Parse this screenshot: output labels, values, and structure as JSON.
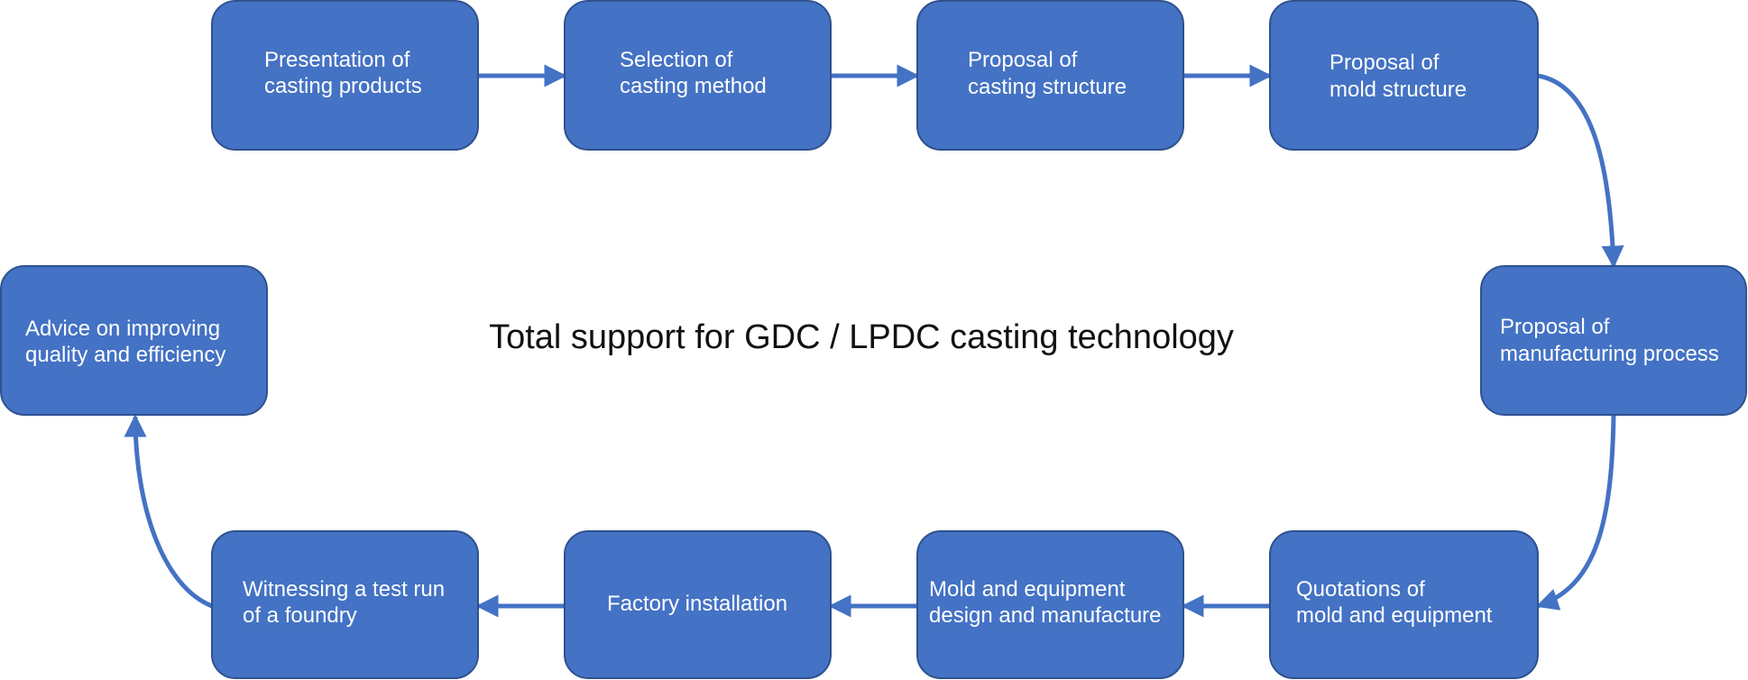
{
  "diagram": {
    "center_label": "Total support for GDC / LPDC casting technology",
    "colors": {
      "box_fill": "#4472c4",
      "box_stroke": "#2f528f",
      "arrow": "#4472c4",
      "text": "#ffffff"
    },
    "steps": [
      {
        "id": "s1",
        "lines": [
          "Presentation of",
          "casting products"
        ]
      },
      {
        "id": "s2",
        "lines": [
          "Selection of",
          "casting method"
        ]
      },
      {
        "id": "s3",
        "lines": [
          "Proposal of",
          "casting structure"
        ]
      },
      {
        "id": "s4",
        "lines": [
          "Proposal of",
          "mold structure"
        ]
      },
      {
        "id": "s5",
        "lines": [
          "Proposal of",
          "manufacturing process"
        ]
      },
      {
        "id": "s6",
        "lines": [
          "Quotations of",
          "mold and equipment"
        ]
      },
      {
        "id": "s7",
        "lines": [
          "Mold and equipment",
          "design and manufacture"
        ]
      },
      {
        "id": "s8",
        "lines": [
          "Factory installation"
        ]
      },
      {
        "id": "s9",
        "lines": [
          "Witnessing a test run",
          "of a foundry"
        ]
      },
      {
        "id": "s10",
        "lines": [
          "Advice on improving",
          "quality and efficiency"
        ]
      }
    ]
  }
}
